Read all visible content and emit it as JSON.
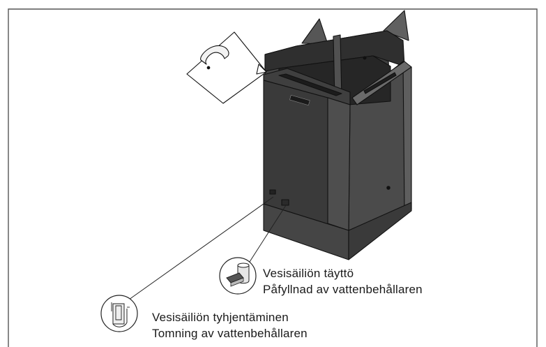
{
  "callouts": {
    "fill": {
      "line1": "Vesisäiliön täyttö",
      "line2": "Påfyllnad av vattenbehållaren",
      "icon": "fill-tank-icon"
    },
    "drain": {
      "line1": "Vesisäiliön tyhjentäminen",
      "line2": "Tomning av vattenbehållaren",
      "icon": "drain-tank-icon"
    }
  },
  "colors": {
    "frame": "#555555",
    "body_dark": "#3a3a3a",
    "body_mid": "#4a4a4a",
    "body_light": "#5c5c5c",
    "line": "#111111"
  }
}
